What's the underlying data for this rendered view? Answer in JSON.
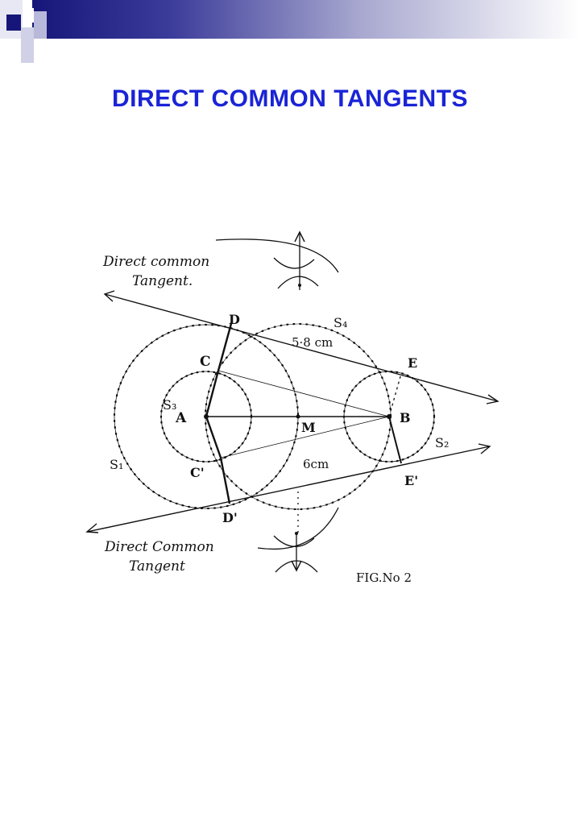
{
  "slide": {
    "title": "DIRECT COMMON TANGENTS"
  },
  "colors": {
    "title": "#1a24d6",
    "banner_dark": "#16167a",
    "banner_light": "#ffffff",
    "ink": "#111111"
  },
  "figure": {
    "annotation_top": [
      "Direct common",
      "Tangent."
    ],
    "annotation_bottom": [
      "Direct Common",
      "Tangent"
    ],
    "caption": "FIG.No 2",
    "labels": {
      "D": "D",
      "C": "C",
      "A": "A",
      "M": "M",
      "B": "B",
      "E": "E",
      "C_prime": "C'",
      "D_prime": "D'",
      "E_prime": "E'",
      "S1": "S₁",
      "S2": "S₂",
      "S3": "S₃",
      "S4": "S₄"
    },
    "measurements": {
      "top": "5·8 cm",
      "bottom": "6cm"
    }
  }
}
